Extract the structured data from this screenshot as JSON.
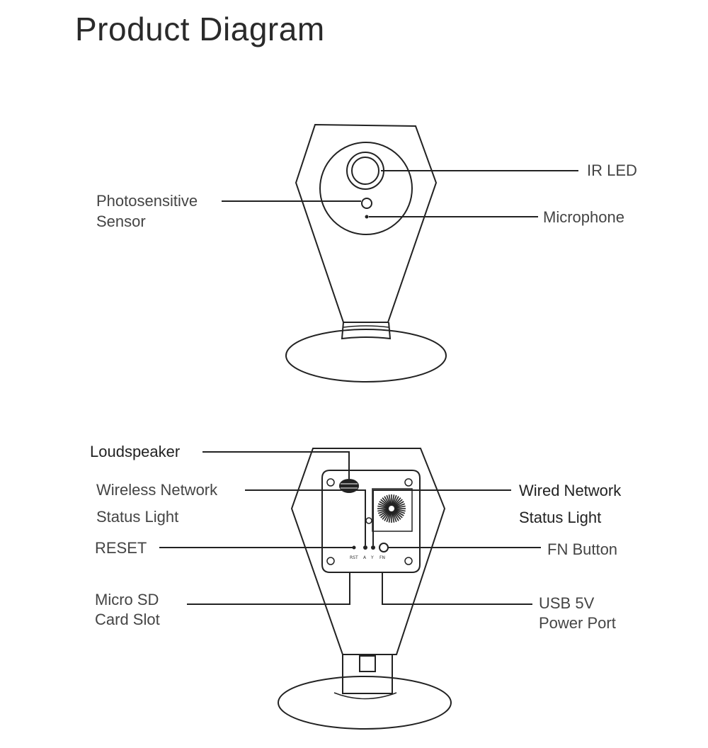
{
  "title": "Product Diagram",
  "front_view": {
    "labels": {
      "ir_led": "IR LED",
      "photosensitive_sensor": [
        "Photosensitive",
        "Sensor"
      ],
      "microphone": "Microphone"
    }
  },
  "back_view": {
    "labels": {
      "loudspeaker": "Loudspeaker",
      "wireless_network_status_light": [
        "Wireless Network",
        "Status Light"
      ],
      "wired_network_status_light": [
        "Wired Network",
        "Status Light"
      ],
      "reset": "RESET",
      "fn_button": "FN Button",
      "micro_sd_card_slot": [
        "Micro SD",
        "Card Slot"
      ],
      "usb_power_port": [
        "USB 5V",
        "Power Port"
      ]
    },
    "panel_markings": [
      "RST",
      "A",
      "Y",
      "FN"
    ]
  },
  "colors": {
    "line": "#222222",
    "text": "#444444",
    "background": "#ffffff"
  }
}
